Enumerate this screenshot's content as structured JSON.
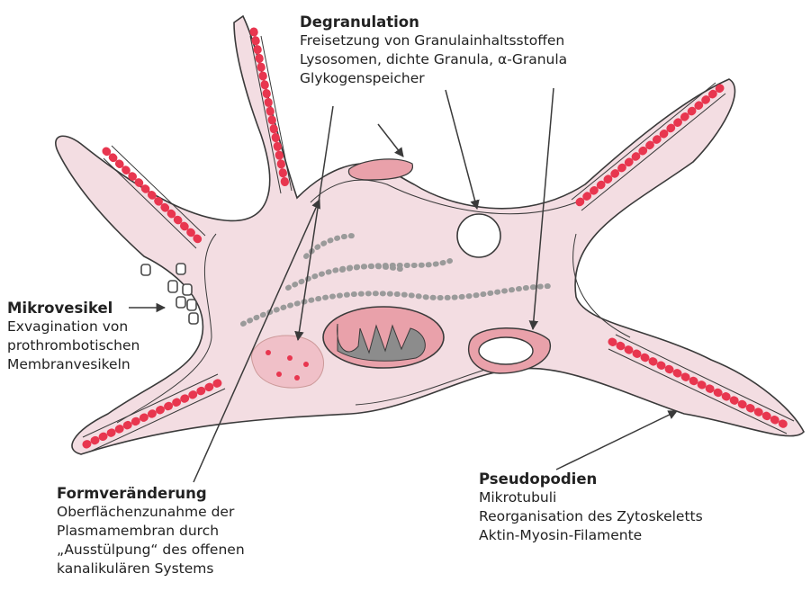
{
  "colors": {
    "cytoplasm": "#f3dde2",
    "membrane": "#3a3a3a",
    "actin": "#e8364f",
    "granule": "#e9a1aa",
    "mitochondrion_inner": "#8c8c8c",
    "arrow": "#3a3a3a"
  },
  "labels": {
    "degranulation": {
      "title": "Degranulation",
      "lines": [
        "Freisetzung von Granulainhaltsstoffen",
        "Lysosomen, dichte Granula, α-Granula",
        "Glykogenspeicher"
      ]
    },
    "mikrovesikel": {
      "title": "Mikrovesikel",
      "lines": [
        "Exvagination von",
        "prothrombotischen",
        "Membranvesikeln"
      ]
    },
    "formveraenderung": {
      "title": "Formveränderung",
      "lines": [
        "Oberflächenzunahme der",
        "Plasmamembran durch",
        "„Ausstülpung“ des offenen",
        "kanalikulären Systems"
      ]
    },
    "pseudopodien": {
      "title": "Pseudopodien",
      "lines": [
        "Mikrotubuli",
        "Reorganisation des Zytoskeletts",
        "Aktin-Myosin-Filamente"
      ]
    }
  }
}
